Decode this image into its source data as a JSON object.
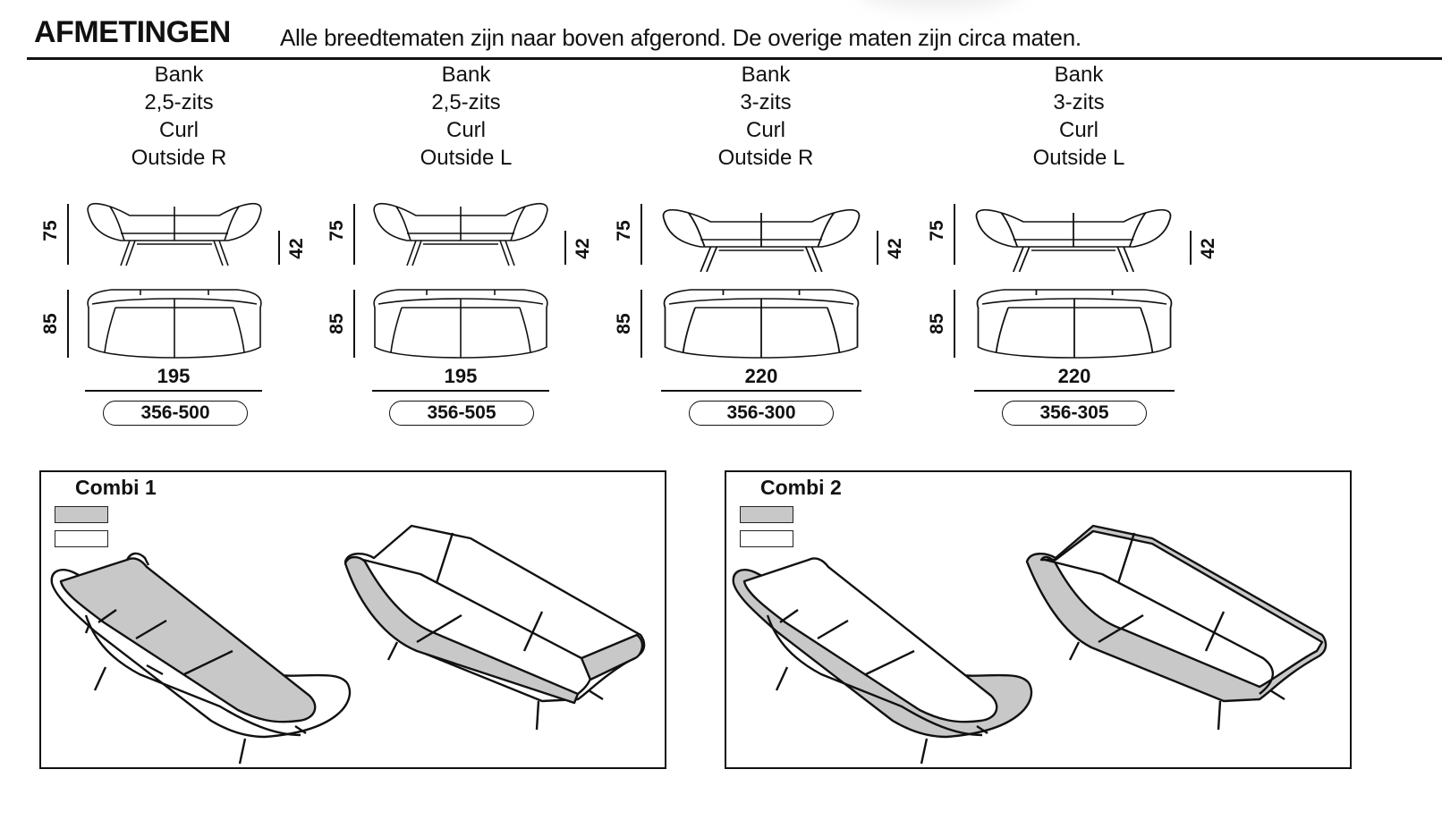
{
  "header": {
    "title": "AFMETINGEN",
    "note": "Alle breedtematen zijn naar boven afgerond. De overige maten zijn circa maten."
  },
  "products": [
    {
      "type": "Bank",
      "seats": "2,5-zits",
      "model": "Curl",
      "variant": "Outside R",
      "height": "75",
      "seat_height": "42",
      "depth": "85",
      "width": "195",
      "code": "356-500"
    },
    {
      "type": "Bank",
      "seats": "2,5-zits",
      "model": "Curl",
      "variant": "Outside L",
      "height": "75",
      "seat_height": "42",
      "depth": "85",
      "width": "195",
      "code": "356-505"
    },
    {
      "type": "Bank",
      "seats": "3-zits",
      "model": "Curl",
      "variant": "Outside R",
      "height": "75",
      "seat_height": "42",
      "depth": "85",
      "width": "220",
      "code": "356-300"
    },
    {
      "type": "Bank",
      "seats": "3-zits",
      "model": "Curl",
      "variant": "Outside L",
      "height": "75",
      "seat_height": "42",
      "depth": "85",
      "width": "220",
      "code": "356-305"
    }
  ],
  "combis": [
    {
      "title": "Combi 1",
      "swatch_colors": [
        "#c8c8c8",
        "#ffffff"
      ]
    },
    {
      "title": "Combi 2",
      "swatch_colors": [
        "#c8c8c8",
        "#ffffff"
      ]
    }
  ],
  "colors": {
    "line": "#111111",
    "fabric_gray": "#c8c8c8"
  }
}
